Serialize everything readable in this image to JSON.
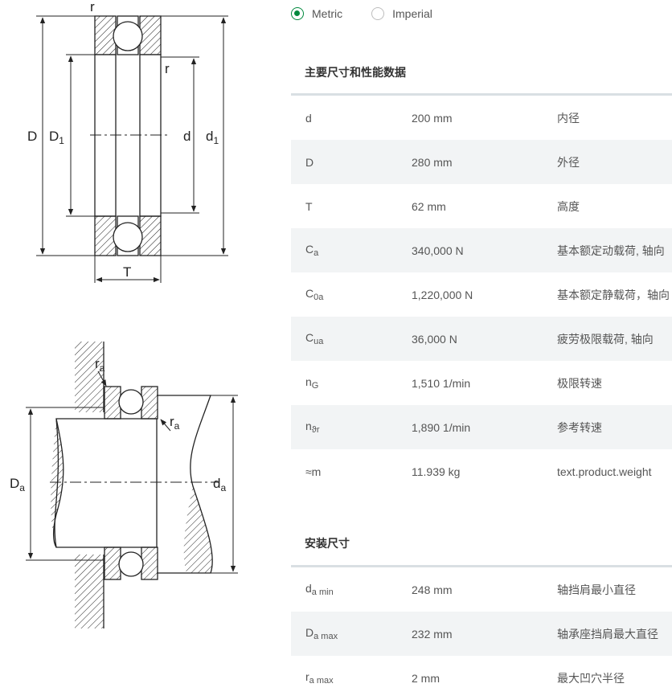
{
  "units": {
    "metric_label": "Metric",
    "imperial_label": "Imperial",
    "selected": "metric"
  },
  "drawing_labels": {
    "top": {
      "r_top": "r",
      "r_right": "r",
      "D": "D",
      "D1_main": "D",
      "D1_sub": "1",
      "d": "d",
      "d1_main": "d",
      "d1_sub": "1",
      "T": "T"
    },
    "bottom": {
      "ra1_main": "r",
      "ra1_sub": "a",
      "ra2_main": "r",
      "ra2_sub": "a",
      "Da_main": "D",
      "Da_sub": "a",
      "da_main": "d",
      "da_sub": "a"
    }
  },
  "main_section": {
    "title": "主要尺寸和性能数据",
    "rows": [
      {
        "sym": "d",
        "sub": "",
        "value": "200 mm",
        "desc": "内径"
      },
      {
        "sym": "D",
        "sub": "",
        "value": "280 mm",
        "desc": "外径"
      },
      {
        "sym": "T",
        "sub": "",
        "value": "62 mm",
        "desc": "高度"
      },
      {
        "sym": "C",
        "sub": "a",
        "value": "340,000 N",
        "desc": "基本额定动载荷, 轴向"
      },
      {
        "sym": "C",
        "sub": "0a",
        "value": "1,220,000 N",
        "desc": "基本额定静载荷，轴向"
      },
      {
        "sym": "C",
        "sub": "ua",
        "value": "36,000 N",
        "desc": "疲劳极限载荷, 轴向"
      },
      {
        "sym": "n",
        "sub": "G",
        "value": "1,510 1/min",
        "desc": "极限转速"
      },
      {
        "sym": "n",
        "sub": "ϑr",
        "value": "1,890 1/min",
        "desc": "参考转速"
      },
      {
        "sym": "≈m",
        "sub": "",
        "value": "11.939 kg",
        "desc": "text.product.weight"
      }
    ]
  },
  "mounting_section": {
    "title": "安装尺寸",
    "rows": [
      {
        "sym": "d",
        "sub": "a min",
        "value": "248 mm",
        "desc": "轴挡肩最小直径"
      },
      {
        "sym": "D",
        "sub": "a max",
        "value": "232 mm",
        "desc": "轴承座挡肩最大直径"
      },
      {
        "sym": "r",
        "sub": "a max",
        "value": "2 mm",
        "desc": "最大凹穴半径"
      }
    ]
  },
  "colors": {
    "accent": "#00893d",
    "row_alt": "#f2f4f5",
    "border": "#d9dfe3"
  }
}
